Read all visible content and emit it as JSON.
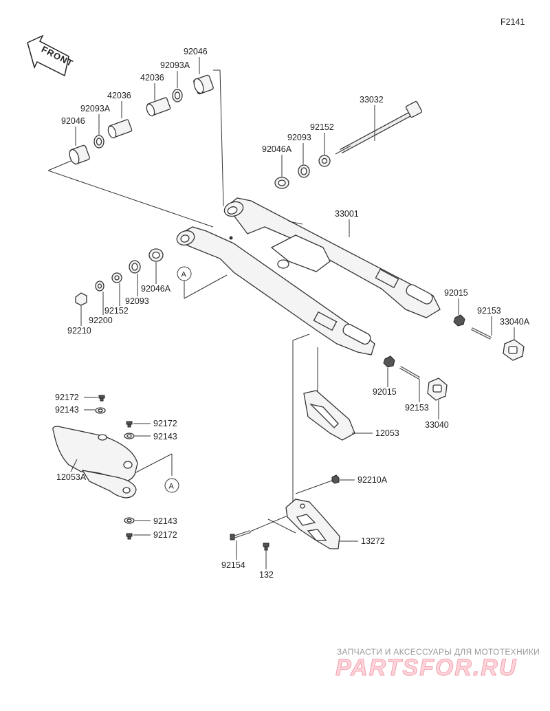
{
  "page_code": "F2141",
  "front_label": "FRONT",
  "callout_ref": "A",
  "parts": {
    "p92046_top": "92046",
    "p92093A_top": "92093A",
    "p42036_top": "42036",
    "p42036_left": "42036",
    "p92093A_left": "92093A",
    "p92046_left": "92046",
    "p33032": "33032",
    "p92152_right": "92152",
    "p92093_right": "92093",
    "p92046A_right": "92046A",
    "p33001": "33001",
    "p92015_right": "92015",
    "p92153_right": "92153",
    "p33040A": "33040A",
    "p92046A_left": "92046A",
    "p92093_left": "92093",
    "p92152_left": "92152",
    "p92200": "92200",
    "p92210": "92210",
    "p92015_low": "92015",
    "p92153_low": "92153",
    "p33040": "33040",
    "p12053": "12053",
    "p92172_a": "92172",
    "p92143_a": "92143",
    "p92172_b": "92172",
    "p92143_b": "92143",
    "p12053A": "12053A",
    "p92143_c": "92143",
    "p92172_c": "92172",
    "p92210A": "92210A",
    "p13272": "13272",
    "p92154": "92154",
    "p132": "132"
  },
  "watermark": {
    "tagline": "ЗАПЧАСТИ И АКСЕССУАРЫ ДЛЯ МОТОТЕХНИКИ",
    "brand": "PARTSFOR.RU"
  }
}
